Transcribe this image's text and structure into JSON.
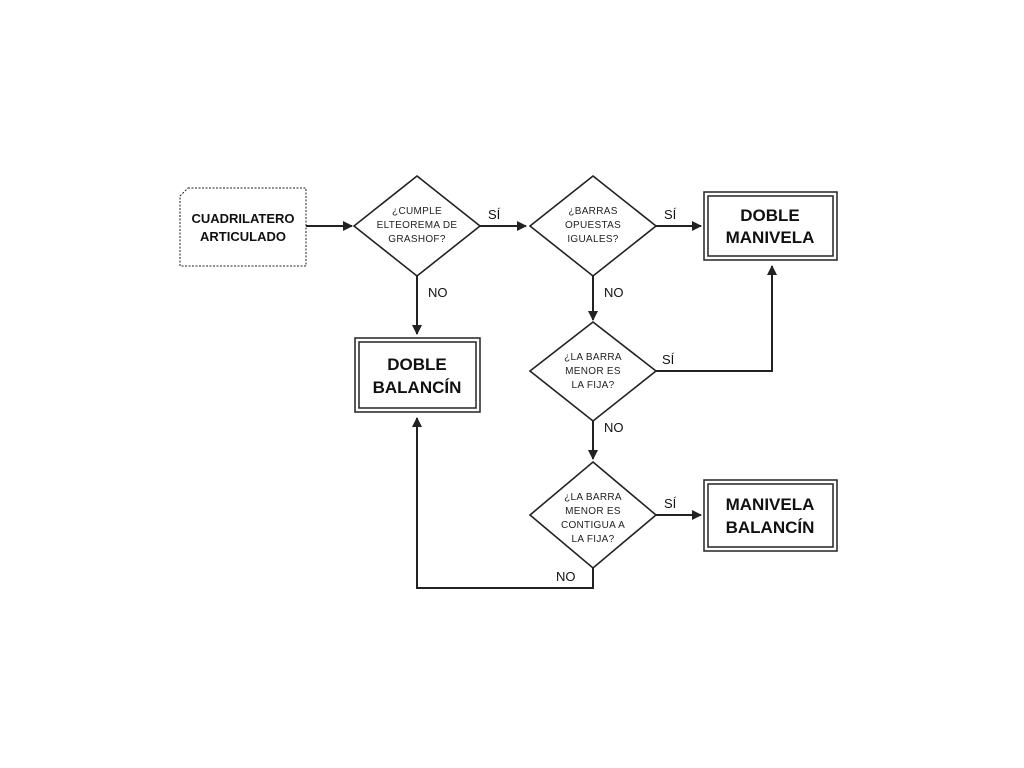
{
  "start": {
    "lines": [
      "CUADRILATERO",
      "ARTICULADO"
    ]
  },
  "decisions": {
    "grashof": [
      "¿CUMPLE",
      "ELTEOREMA DE",
      "GRASHOF?"
    ],
    "barras": [
      "¿BARRAS",
      "OPUESTAS",
      "IGUALES?"
    ],
    "menor_fija": [
      "¿LA BARRA",
      "MENOR ES",
      "LA FIJA?"
    ],
    "menor_contigua": [
      "¿LA BARRA",
      "MENOR ES",
      "CONTIGUA A",
      "LA FIJA?"
    ]
  },
  "results": {
    "doble_manivela": [
      "DOBLE",
      "MANIVELA"
    ],
    "doble_balancin": [
      "DOBLE",
      "BALANCÍN"
    ],
    "manivela_balancin": [
      "MANIVELA",
      "BALANCÍN"
    ]
  },
  "labels": {
    "si": "SÍ",
    "no": "NO"
  },
  "colors": {
    "stroke": "#222222",
    "background": "#ffffff"
  }
}
